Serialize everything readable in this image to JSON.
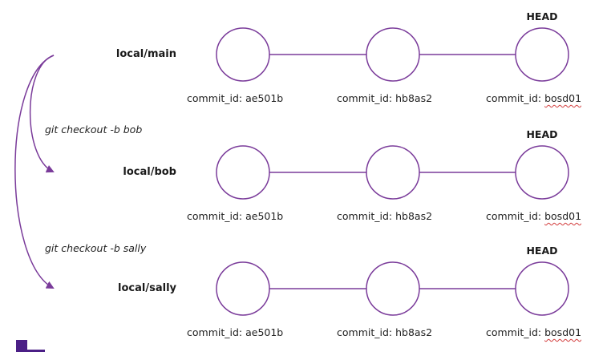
{
  "colors": {
    "accent": "#7a3b9a",
    "text": "#1a1a1a",
    "spellcheck": "#d23b3b"
  },
  "rows": [
    {
      "branch": "local/main",
      "head_label": "HEAD",
      "commits": [
        {
          "prefix": "commit_id: ",
          "id": "ae501b",
          "squiggle": false
        },
        {
          "prefix": "commit_id: ",
          "id": "hb8as2",
          "squiggle": false
        },
        {
          "prefix": "commit_id: ",
          "id": "bosd01",
          "squiggle": true
        }
      ]
    },
    {
      "branch": "local/bob",
      "head_label": "HEAD",
      "commits": [
        {
          "prefix": "commit_id: ",
          "id": "ae501b",
          "squiggle": false
        },
        {
          "prefix": "commit_id: ",
          "id": "hb8as2",
          "squiggle": false
        },
        {
          "prefix": "commit_id: ",
          "id": "bosd01",
          "squiggle": true
        }
      ]
    },
    {
      "branch": "local/sally",
      "head_label": "HEAD",
      "commits": [
        {
          "prefix": "commit_id: ",
          "id": "ae501b",
          "squiggle": false
        },
        {
          "prefix": "commit_id: ",
          "id": "hb8as2",
          "squiggle": false
        },
        {
          "prefix": "commit_id: ",
          "id": "bosd01",
          "squiggle": true
        }
      ]
    }
  ],
  "commands": [
    {
      "text": "git checkout -b bob",
      "from_branch": "local/main",
      "to_branch": "local/bob"
    },
    {
      "text": "git checkout -b sally",
      "from_branch": "local/main",
      "to_branch": "local/sally"
    }
  ]
}
